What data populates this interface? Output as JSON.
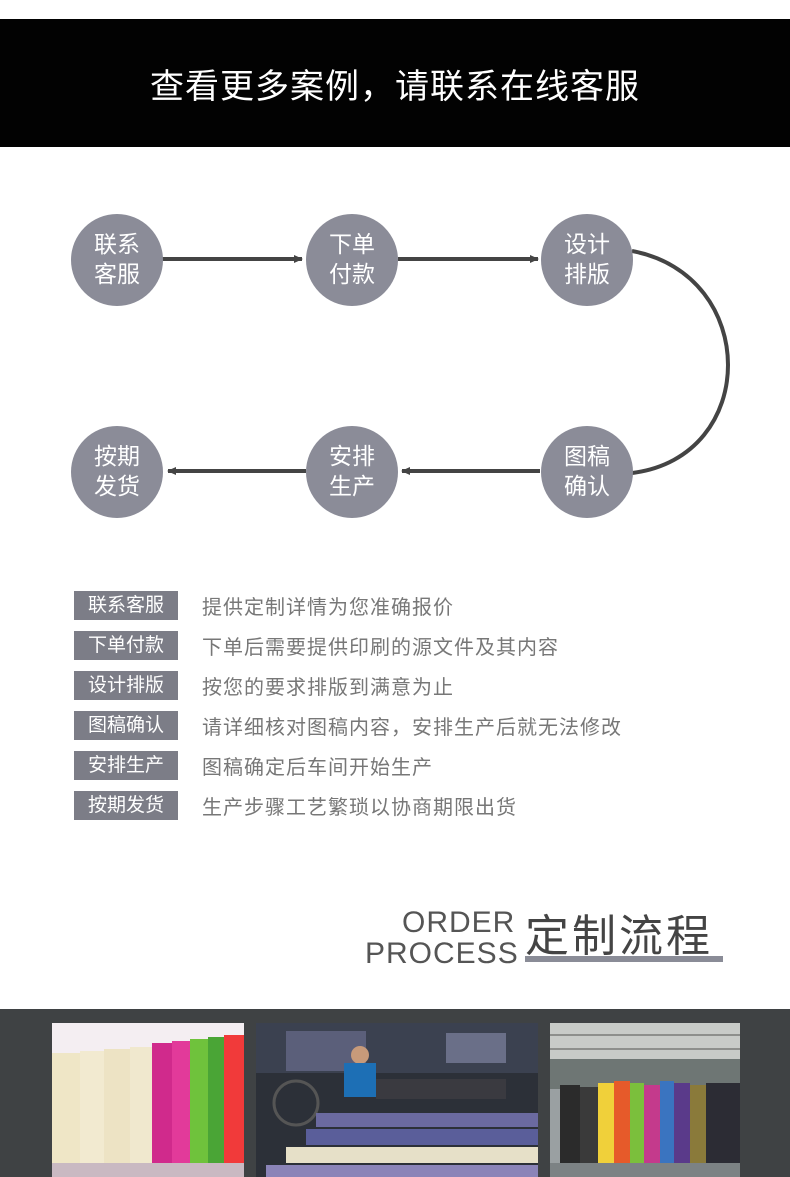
{
  "banner": {
    "text": "查看更多案例，请联系在线客服"
  },
  "steps": [
    {
      "label": "联系客服"
    },
    {
      "label": "下单付款"
    },
    {
      "label": "设计排版"
    },
    {
      "label": "图稿确认"
    },
    {
      "label": "安排生产"
    },
    {
      "label": "按期发货"
    }
  ],
  "details": [
    {
      "tag": "联系客服",
      "text": "提供定制详情为您准确报价"
    },
    {
      "tag": "下单付款",
      "text": "下单后需要提供印刷的源文件及其内容"
    },
    {
      "tag": "设计排版",
      "text": "按您的要求排版到满意为止"
    },
    {
      "tag": "图稿确认",
      "text": "请详细核对图稿内容，安排生产后就无法修改"
    },
    {
      "tag": "安排生产",
      "text": "图稿确定后车间开始生产"
    },
    {
      "tag": "按期发货",
      "text": "生产步骤工艺繁琐以协商期限出货"
    }
  ],
  "process": {
    "en_line1": "ORDER",
    "en_line2": "PROCESS",
    "cn": "定制流程"
  },
  "colors": {
    "circle": "#8b8c98",
    "tag": "#7c7d87",
    "banner": "#020202",
    "arrow": "#444444"
  }
}
